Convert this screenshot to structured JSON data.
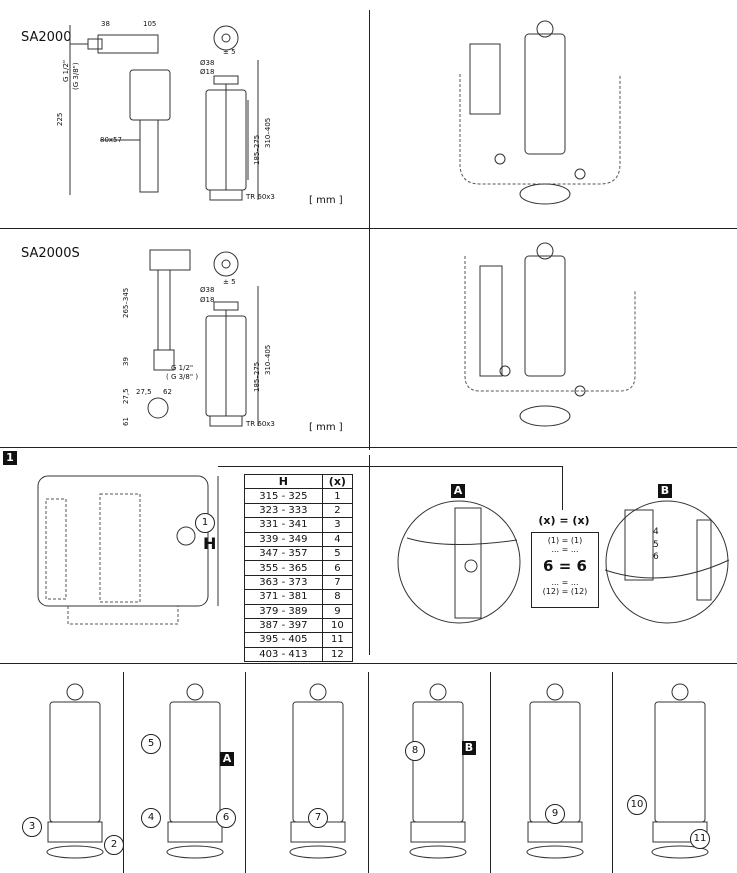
{
  "sections": {
    "sa2000": {
      "title": "SA2000",
      "unit": "[ mm ]",
      "dims": [
        "38",
        "105",
        "G 1/2\"",
        "(G 3/8\")",
        "225",
        "80x57",
        "Ø38",
        "Ø18",
        "185–275",
        "310–405",
        "TR 60x3",
        "± 5"
      ]
    },
    "sa2000s": {
      "title": "SA2000S",
      "unit": "[ mm ]",
      "dims": [
        "265–345",
        "39",
        "G 1/2\"",
        "( G 3/8\" )",
        "27,5",
        "62",
        "27,5",
        "61",
        "Ø38",
        "Ø18",
        "185–275",
        "310–405",
        "TR 60x3",
        "± 5"
      ]
    },
    "step1": {
      "number": "1",
      "label_H": "H",
      "callout": "1",
      "badge_a": "A",
      "badge_b": "B",
      "formula_head": "(x) = (x)",
      "formula_lines": [
        "(1) = (1)",
        "... = ...",
        "6 = 6",
        "... = ...",
        "(12) = (12)"
      ],
      "scale_marks": [
        "4",
        "5",
        "6"
      ]
    },
    "table": {
      "col_h": "H",
      "col_x": "(x)",
      "rows": [
        {
          "h": "315 - 325",
          "x": "1"
        },
        {
          "h": "323 - 333",
          "x": "2"
        },
        {
          "h": "331 - 341",
          "x": "3"
        },
        {
          "h": "339 - 349",
          "x": "4"
        },
        {
          "h": "347 - 357",
          "x": "5"
        },
        {
          "h": "355 - 365",
          "x": "6"
        },
        {
          "h": "363 - 373",
          "x": "7"
        },
        {
          "h": "371 - 381",
          "x": "8"
        },
        {
          "h": "379 - 389",
          "x": "9"
        },
        {
          "h": "387 - 397",
          "x": "10"
        },
        {
          "h": "395 - 405",
          "x": "11"
        },
        {
          "h": "403 - 413",
          "x": "12"
        }
      ]
    },
    "steps": {
      "callouts": [
        "3",
        "2",
        "5",
        "4",
        "6",
        "7",
        "8",
        "9",
        "10",
        "11"
      ],
      "badge_a": "A",
      "badge_b": "B"
    }
  }
}
